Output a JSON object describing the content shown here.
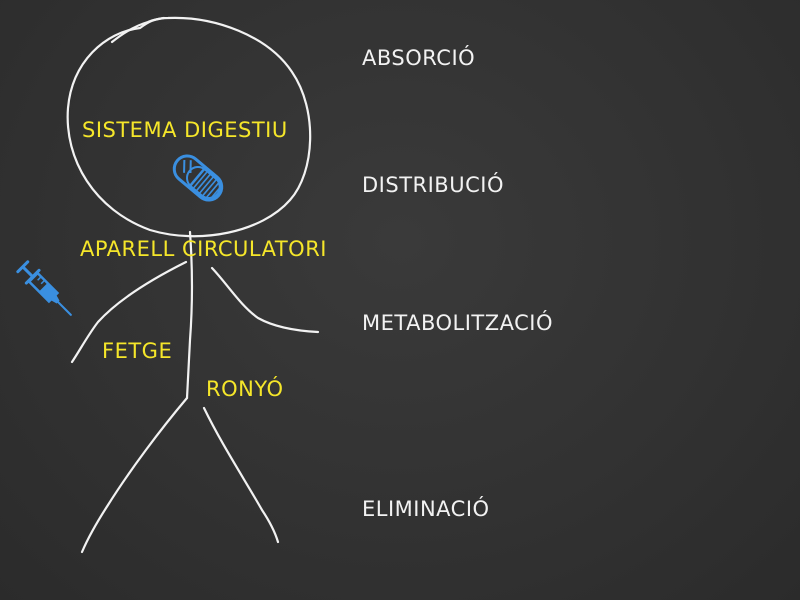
{
  "stages": {
    "absorcio": "ABSORCIÓ",
    "distribucio": "DISTRIBUCIÓ",
    "metabolitzacio": "METABOLITZACIÓ",
    "eliminacio": "ELIMINACIÓ"
  },
  "organs": {
    "sistema_digestiu": "SISTEMA DIGESTIU",
    "aparell_circulatori": "APARELL CIRCULATORI",
    "fetge": "FETGE",
    "ronyo": "RONYÓ"
  },
  "icons": {
    "pill": "pill-icon",
    "syringe": "syringe-icon"
  },
  "colors": {
    "background": "#333333",
    "chalk": "#f2f2f2",
    "label_yellow": "#f5e62a",
    "icon_blue": "#3a8fe0"
  }
}
